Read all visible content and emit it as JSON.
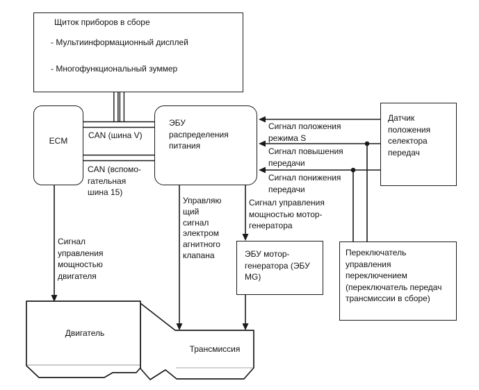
{
  "diagram": {
    "title_hint": "Блок-схема системы управления (автомобильная документация)",
    "colors": {
      "background": "#ffffff",
      "line": "#1a1a1a",
      "text": "#111111",
      "accent_gray": "#bdbdbd"
    },
    "boxes": {
      "instrument_cluster": {
        "title": "Щиток приборов в сборе",
        "items": [
          "- Мультиинформационный дисплей",
          "- Многофункциональный зуммер"
        ]
      },
      "ecm": {
        "label": "ECM"
      },
      "power_distribution_ecu": {
        "label": "ЭБУ\nраспределения\nпитания"
      },
      "shift_selector_sensor": {
        "label": "Датчик\nположения\nселектора\nпередач"
      },
      "mg_ecu": {
        "label": "ЭБУ мотор-\nгенератора (ЭБУ\nMG)"
      },
      "shift_control_switch": {
        "label": "Переключатель\nуправления\nпереключением\n(переключатель передач\nтрансмиссии в сборе)"
      },
      "engine": {
        "label": "Двигатель"
      },
      "transmission": {
        "label": "Трансмиссия"
      }
    },
    "bus_labels": {
      "can_v": "CAN (шина V)",
      "can_aux": "CAN (вспомо-\nгательная\nшина 15)"
    },
    "signal_labels": {
      "s_mode": "Сигнал положения\nрежима S",
      "upshift": "Сигнал повышения\nпередачи",
      "downshift": "Сигнал понижения\nпередачи",
      "mg_power": "Сигнал управления\nмощностью мотор-\nгенератора",
      "solenoid": "Управляю\nщий\nсигнал\nэлектром\nагнитного\nклапана",
      "engine_power": "Сигнал\nуправления\nмощностью\nдвигателя"
    }
  }
}
